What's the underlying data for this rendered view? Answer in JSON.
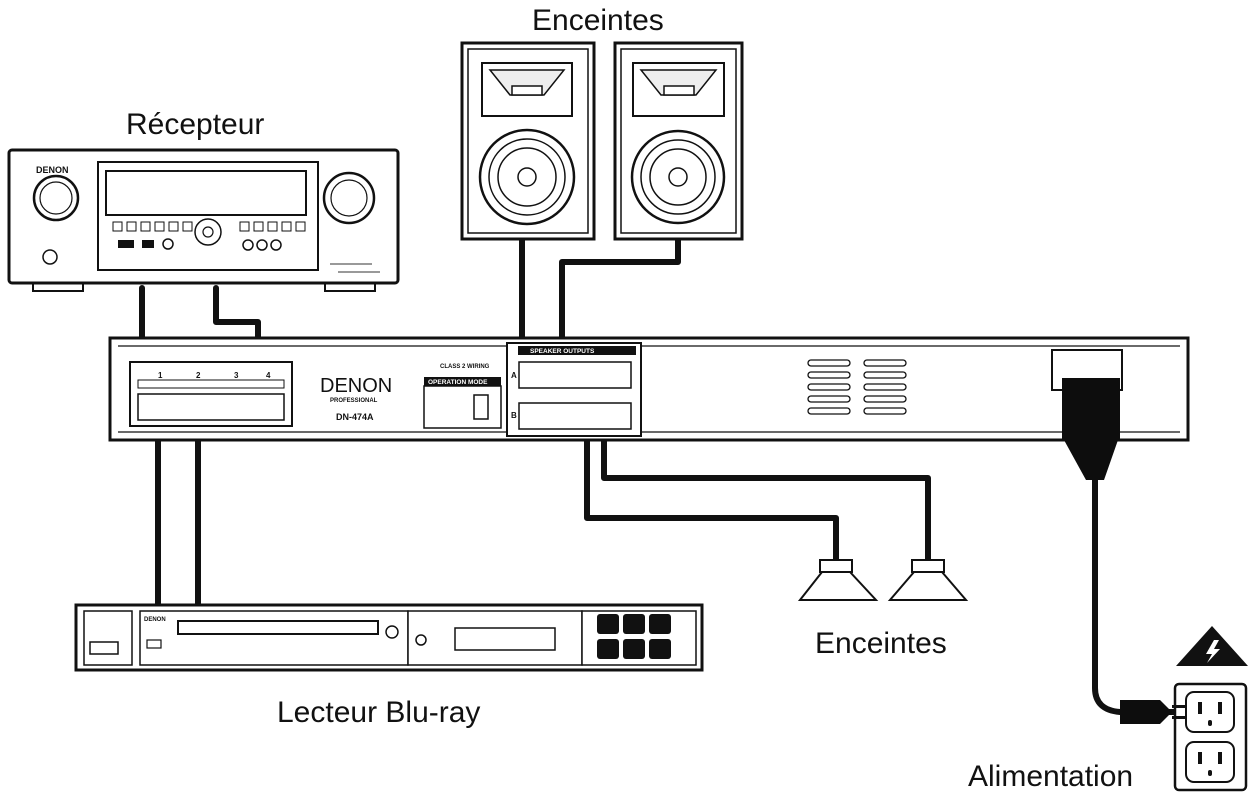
{
  "labels": {
    "speakers_top": "Enceintes",
    "receiver": "Récepteur",
    "speakers_bottom": "Enceintes",
    "bluray": "Lecteur Blu-ray",
    "power": "Alimentation"
  },
  "amplifier": {
    "brand": "DENON",
    "brand_sub": "PROFESSIONAL",
    "model": "DN-474A",
    "operation_mode": "OPERATION MODE",
    "speaker_outputs": "SPEAKER OUTPUTS",
    "class2_wiring": "CLASS 2 WIRING"
  },
  "receiver_device": {
    "brand": "DENON"
  },
  "bluray_device": {
    "brand": "DENON"
  },
  "colors": {
    "line": "#111111",
    "background": "#ffffff",
    "face": "#f2f2f2",
    "plug": "#0d0d0d"
  }
}
